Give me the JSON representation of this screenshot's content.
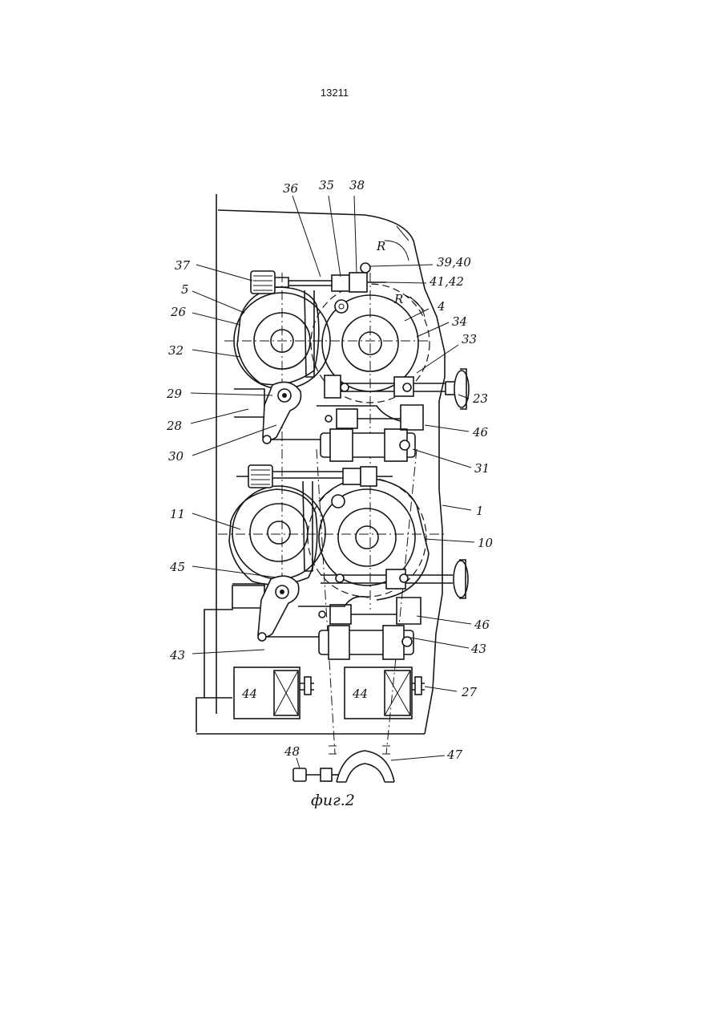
{
  "page": {
    "number": "13211"
  },
  "figure": {
    "caption": "фиг.2",
    "labels": {
      "l36": "36",
      "l35": "35",
      "l38": "38",
      "l37": "37",
      "l5": "5",
      "l26": "26",
      "l32": "32",
      "l29": "29",
      "l28": "28",
      "l30": "30",
      "l11": "11",
      "l45": "45",
      "l43a": "43",
      "l48": "48",
      "l3940": "39,40",
      "l4142": "41,42",
      "l4": "4",
      "l34": "34",
      "l33": "33",
      "l23": "23",
      "l46a": "46",
      "l31": "31",
      "l1": "1",
      "l10": "10",
      "l46b": "46",
      "l43b": "43",
      "l27": "27",
      "l47": "47",
      "l44a": "44",
      "l44b": "44",
      "r1": "R",
      "r2": "R"
    }
  }
}
